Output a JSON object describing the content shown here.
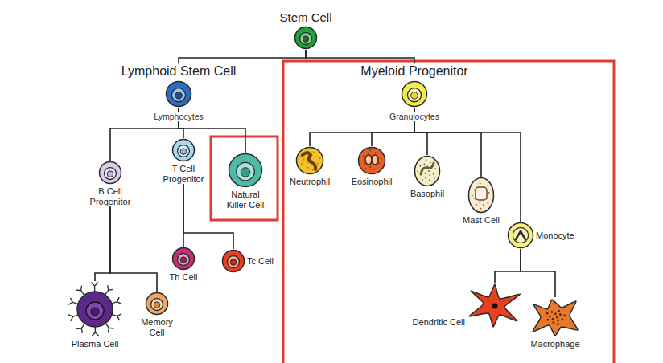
{
  "diagram": {
    "nodes": [
      {
        "text": [
          "Stem Cell"
        ]
      },
      {
        "text": [
          "Lymphoid Stem Cell"
        ]
      },
      {
        "text": [
          "Myeloid Progenitor"
        ]
      },
      {
        "text": [
          "B Cell Progenitor"
        ]
      },
      {
        "text": [
          "T Cell Progenitor"
        ]
      },
      {
        "text": [
          "Natural Killer Cell"
        ]
      },
      {
        "text": [
          "Neutrophil"
        ]
      },
      {
        "text": [
          "Eosinophil"
        ]
      },
      {
        "text": [
          "Basophil"
        ]
      },
      {
        "text": [
          "Mast Cell"
        ]
      },
      {
        "text": [
          "Monocyte"
        ]
      },
      {
        "text": [
          "Th Cell"
        ]
      },
      {
        "text": [
          "Tc Cell"
        ]
      },
      {
        "text": [
          "Plasma Cell"
        ]
      },
      {
        "text": [
          "Memory Cell"
        ]
      },
      {
        "text": [
          "Dendritic Cell"
        ]
      },
      {
        "text": [
          "Macrophage"
        ]
      }
    ],
    "edges": [
      {
        "from": 0,
        "to": 1,
        "arrow": "none"
      },
      {
        "from": 0,
        "to": 2,
        "arrow": "none"
      },
      {
        "from": 1,
        "to": 3,
        "arrow": "none"
      },
      {
        "from": 1,
        "to": 4,
        "arrow": "none"
      },
      {
        "from": 1,
        "to": 5,
        "arrow": "none"
      },
      {
        "from": 2,
        "to": 6,
        "arrow": "none"
      },
      {
        "from": 2,
        "to": 7,
        "arrow": "none"
      },
      {
        "from": 2,
        "to": 8,
        "arrow": "none"
      },
      {
        "from": 2,
        "to": 9,
        "arrow": "none"
      },
      {
        "from": 2,
        "to": 10,
        "arrow": "none"
      },
      {
        "from": 3,
        "to": 13,
        "arrow": "none"
      },
      {
        "from": 3,
        "to": 14,
        "arrow": "none"
      },
      {
        "from": 4,
        "to": 11,
        "arrow": "none"
      },
      {
        "from": 4,
        "to": 12,
        "arrow": "none"
      },
      {
        "from": 10,
        "to": 15,
        "arrow": "none"
      },
      {
        "from": 10,
        "to": 16,
        "arrow": "none"
      }
    ],
    "labels": [
      "Lymphocytes",
      "Granulocytes"
    ]
  }
}
